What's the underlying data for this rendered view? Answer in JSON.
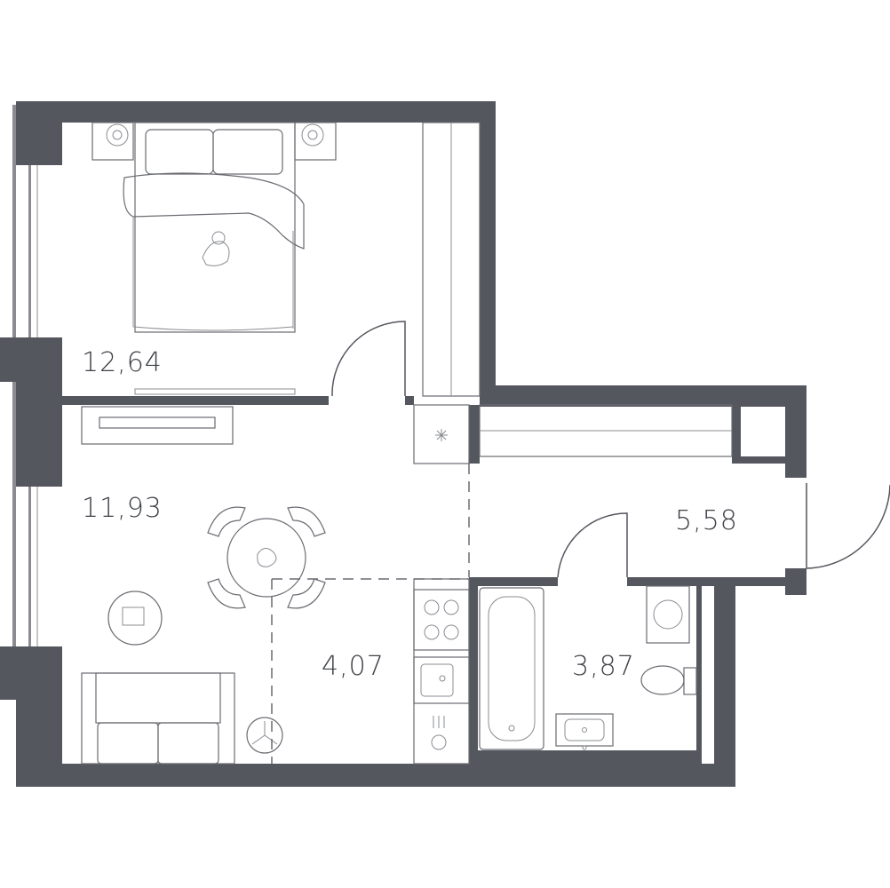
{
  "colors": {
    "wall": "#55575f",
    "furniture_line": "#6a6c72",
    "label": "#3f4148",
    "background": "#ffffff"
  },
  "rooms": [
    {
      "id": "bedroom",
      "area": "12,64"
    },
    {
      "id": "living",
      "area": "11,93"
    },
    {
      "id": "kitchen",
      "area": "4,07"
    },
    {
      "id": "bathroom",
      "area": "3,87"
    },
    {
      "id": "hallway",
      "area": "5,58"
    }
  ]
}
